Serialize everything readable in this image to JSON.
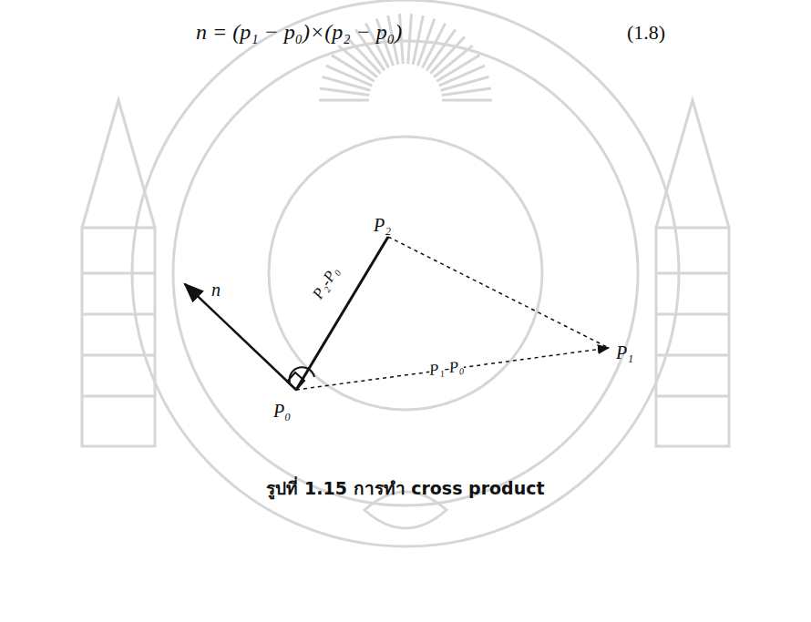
{
  "diagram": {
    "caption": "รูปที่ 1.15 การทำ cross product",
    "labels": [
      "n = (p₁ − p₀)×(p₂ − p₀)",
      "(1.8)",
      "P₂",
      "P₁",
      "P₀",
      "n",
      "P₂-P₀",
      "P₁-P₀"
    ]
  }
}
